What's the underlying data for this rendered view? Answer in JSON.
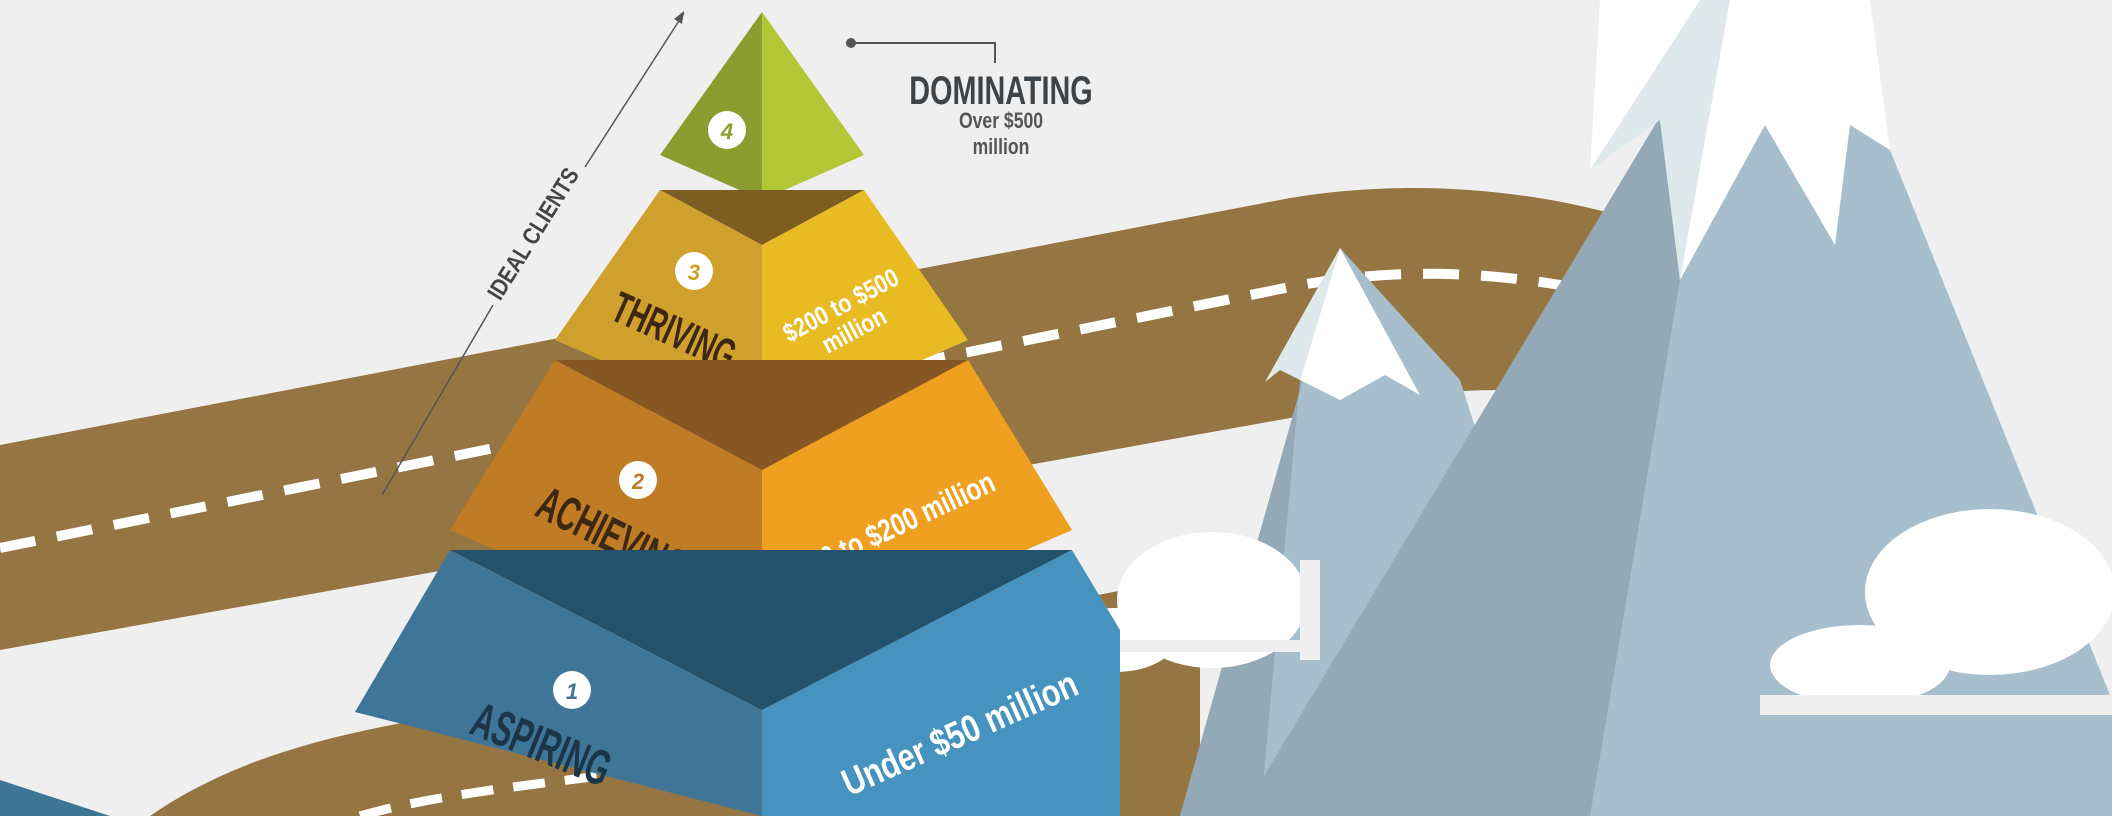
{
  "axis_label": "IDEAL CLIENTS",
  "tiers": [
    {
      "number": "1",
      "name": "ASPIRING",
      "range": "Under $50 million"
    },
    {
      "number": "2",
      "name": "ACHIEVING",
      "range": "$50 to $200 million"
    },
    {
      "number": "3",
      "name": "THRIVING",
      "range_line1": "$200 to $500",
      "range_line2": "million"
    },
    {
      "number": "4",
      "name": "DOMINATING",
      "range_line1": "Over $500",
      "range_line2": "million"
    }
  ],
  "colors": {
    "background": "#efefef",
    "road": "#957642",
    "tier1": "#3f7698",
    "tier2": "#efa020",
    "tier3": "#e8bb22",
    "tier4": "#acc232",
    "mountain_light": "#a7bfcc",
    "mountain_dark": "#93aab6",
    "snow": "#ffffff"
  }
}
